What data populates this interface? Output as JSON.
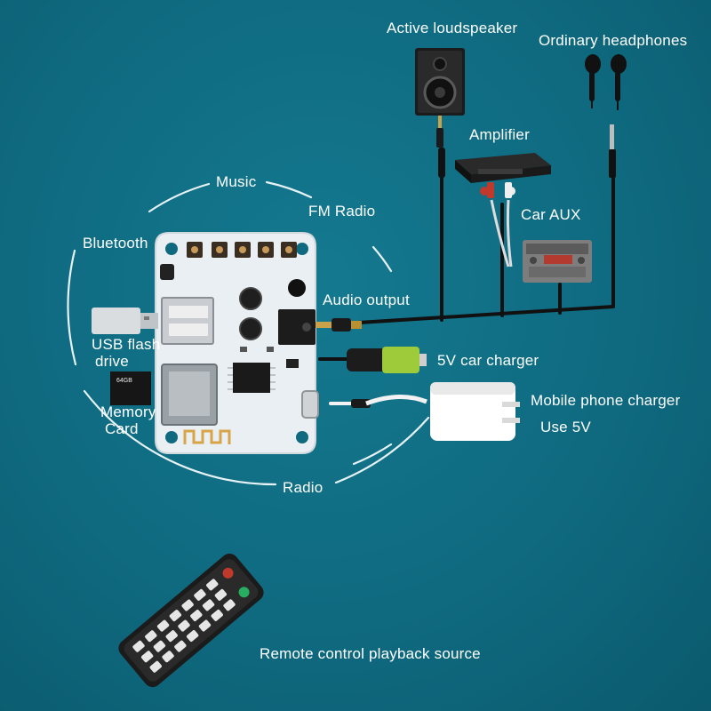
{
  "labels": {
    "active_loudspeaker": "Active loudspeaker",
    "ordinary_headphones": "Ordinary headphones",
    "amplifier": "Amplifier",
    "car_aux": "Car AUX",
    "music": "Music",
    "fm_radio": "FM Radio",
    "bluetooth": "Bluetooth",
    "audio_output": "Audio output",
    "usb_flash_drive_line1": "USB flash",
    "usb_flash_drive_line2": "drive",
    "memory_card_line1": "Memory",
    "memory_card_line2": "Card",
    "sd_card_capacity": "64GB",
    "car_charger": "5V car charger",
    "mobile_phone_charger": "Mobile phone charger",
    "use_5v": "Use 5V",
    "radio": "Radio",
    "remote_control": "Remote control playback source"
  },
  "colors": {
    "background": "#0f6a80",
    "board": "#e8eef0",
    "cable": "#111111",
    "text": "#ffffff"
  },
  "icons": [
    "speaker-icon",
    "headphones-icon",
    "amplifier-icon",
    "car-radio-icon",
    "usb-drive-icon",
    "sd-card-icon",
    "car-charger-icon",
    "wall-charger-icon",
    "remote-control-icon",
    "bluetooth-antenna-icon"
  ]
}
